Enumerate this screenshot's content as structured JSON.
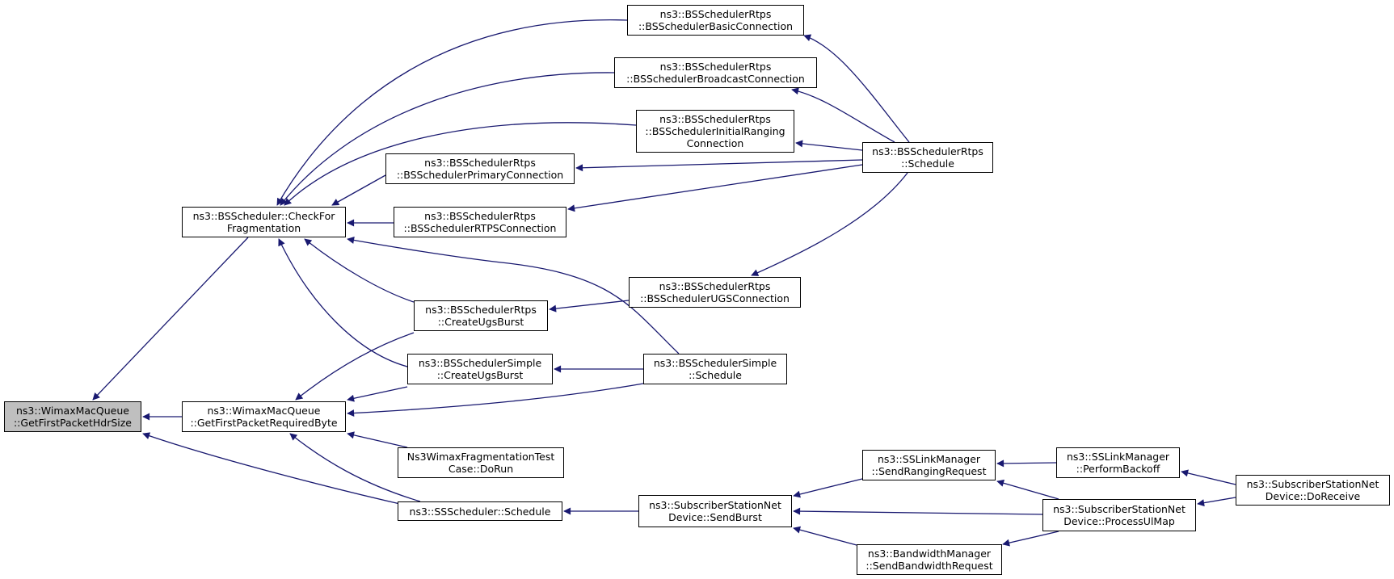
{
  "colors": {
    "edge": "#191970",
    "node_fill": "#ffffff",
    "root_fill": "#bfbfbf",
    "border": "#000000"
  },
  "nodes": {
    "root": [
      "ns3::WimaxMacQueue",
      "::GetFirstPacketHdrSize"
    ],
    "checkfrag": [
      "ns3::BSScheduler::CheckFor",
      "Fragmentation"
    ],
    "reqbyte": [
      "ns3::WimaxMacQueue",
      "::GetFirstPacketRequiredByte"
    ],
    "basic": [
      "ns3::BSSchedulerRtps",
      "::BSSchedulerBasicConnection"
    ],
    "broadcast": [
      "ns3::BSSchedulerRtps",
      "::BSSchedulerBroadcastConnection"
    ],
    "initrang": [
      "ns3::BSSchedulerRtps",
      "::BSSchedulerInitialRanging",
      "Connection"
    ],
    "primary": [
      "ns3::BSSchedulerRtps",
      "::BSSchedulerPrimaryConnection"
    ],
    "rtps": [
      "ns3::BSSchedulerRtps",
      "::BSSchedulerRTPSConnection"
    ],
    "ugsconn": [
      "ns3::BSSchedulerRtps",
      "::BSSchedulerUGSConnection"
    ],
    "rtps_ugsburst": [
      "ns3::BSSchedulerRtps",
      "::CreateUgsBurst"
    ],
    "simple_ugsburst": [
      "ns3::BSSchedulerSimple",
      "::CreateUgsBurst"
    ],
    "simple_sched": [
      "ns3::BSSchedulerSimple",
      "::Schedule"
    ],
    "rtps_sched": [
      "ns3::BSSchedulerRtps",
      "::Schedule"
    ],
    "fragtest": [
      "Ns3WimaxFragmentationTest",
      "Case::DoRun"
    ],
    "ss_sched": [
      "ns3::SSScheduler::Schedule"
    ],
    "sendburst": [
      "ns3::SubscriberStationNet",
      "Device::SendBurst"
    ],
    "sendranging": [
      "ns3::SSLinkManager",
      "::SendRangingRequest"
    ],
    "sendbw": [
      "ns3::BandwidthManager",
      "::SendBandwidthRequest"
    ],
    "performbackoff": [
      "ns3::SSLinkManager",
      "::PerformBackoff"
    ],
    "processulmap": [
      "ns3::SubscriberStationNet",
      "Device::ProcessUlMap"
    ],
    "doreceive": [
      "ns3::SubscriberStationNet",
      "Device::DoReceive"
    ]
  }
}
